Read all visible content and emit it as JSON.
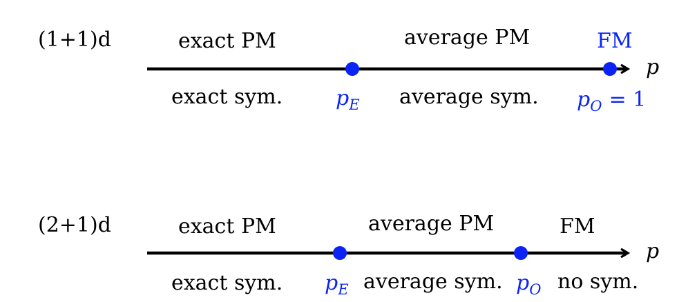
{
  "colors": {
    "axis": "#000000",
    "highlight": "#0b24f5"
  },
  "diagram": {
    "row1": {
      "dimension_label": "(1+1)d",
      "axis_variable": "p",
      "phases_above": [
        "exact PM",
        "average PM",
        "FM"
      ],
      "symmetries_below": [
        "exact sym.",
        "average sym."
      ],
      "points": [
        {
          "label": "p_E",
          "display_main": "p",
          "display_sub": "E",
          "value": ""
        },
        {
          "label": "p_O = 1",
          "display_main": "p",
          "display_sub": "O",
          "value": "= 1"
        }
      ]
    },
    "row2": {
      "dimension_label": "(2+1)d",
      "axis_variable": "p",
      "phases_above": [
        "exact PM",
        "average PM",
        "FM"
      ],
      "symmetries_below": [
        "exact sym.",
        "average sym.",
        "no sym."
      ],
      "points": [
        {
          "label": "p_E",
          "display_main": "p",
          "display_sub": "E"
        },
        {
          "label": "p_O",
          "display_main": "p",
          "display_sub": "O"
        }
      ]
    }
  }
}
